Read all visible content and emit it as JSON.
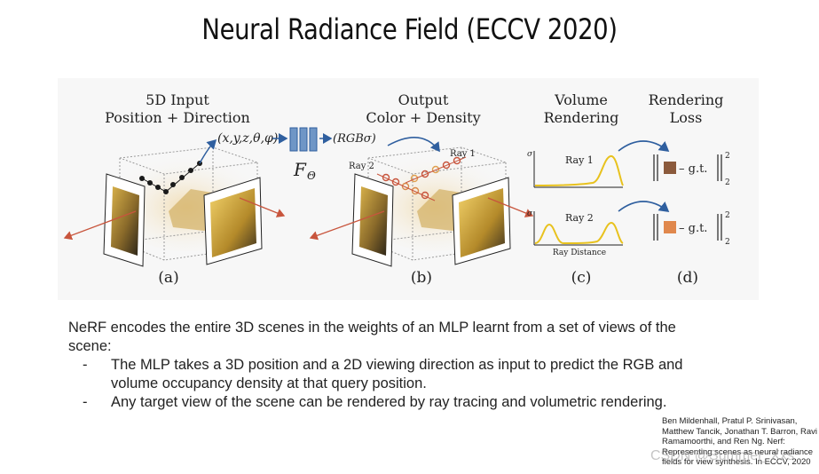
{
  "slide": {
    "title": "Neural Radiance Field (ECCV 2020)"
  },
  "figure": {
    "panel_a": {
      "heading_line1": "5D Input",
      "heading_line2": "Position + Direction",
      "input_label": "(x,y,z,θ,φ)",
      "network_label": "F",
      "network_subscript": "Θ",
      "caption": "(a)"
    },
    "panel_b": {
      "heading_line1": "Output",
      "heading_line2": "Color + Density",
      "output_label": "(RGBσ)",
      "ray1_label": "Ray 1",
      "ray2_label": "Ray 2",
      "caption": "(b)"
    },
    "panel_c": {
      "heading_line1": "Volume",
      "heading_line2": "Rendering",
      "sigma_symbol": "σ",
      "ray1_label": "Ray 1",
      "ray2_label": "Ray 2",
      "x_axis_label": "Ray Distance",
      "caption": "(c)"
    },
    "panel_d": {
      "heading_line1": "Rendering",
      "heading_line2": "Loss",
      "gt_label": "– g.t.",
      "superscript": "2",
      "subscript": "2",
      "caption": "(d)",
      "swatch1_color": "#8b5a3c",
      "swatch2_color": "#e0884d"
    },
    "colors": {
      "arrow_blue": "#2f5f9f",
      "ray_red": "#c8553d",
      "curve_yellow": "#e8c21e",
      "network_blue": "#6f96c6"
    }
  },
  "text": {
    "intro": "NeRF encodes the entire 3D scenes in the weights of an MLP learnt from a set of views of the scene:",
    "bullets": [
      {
        "marker": "-",
        "text": "The MLP takes a 3D position and a 2D viewing direction as input to predict the RGB and volume occupancy density at that query position."
      },
      {
        "marker": "-",
        "text": "Any target view of the scene can be rendered by ray tracing and volumetric rendering."
      }
    ]
  },
  "citation": "Ben Mildenhall, Pratul P. Srinivasan, Matthew Tancik, Jonathan T. Barron, Ravi Ramamoorthi, and Ren Ng. Nerf: Representing scenes as neural radiance fields for view synthesis. In ECCV, 2020",
  "watermark": "CSDN @Summer_Xxs"
}
